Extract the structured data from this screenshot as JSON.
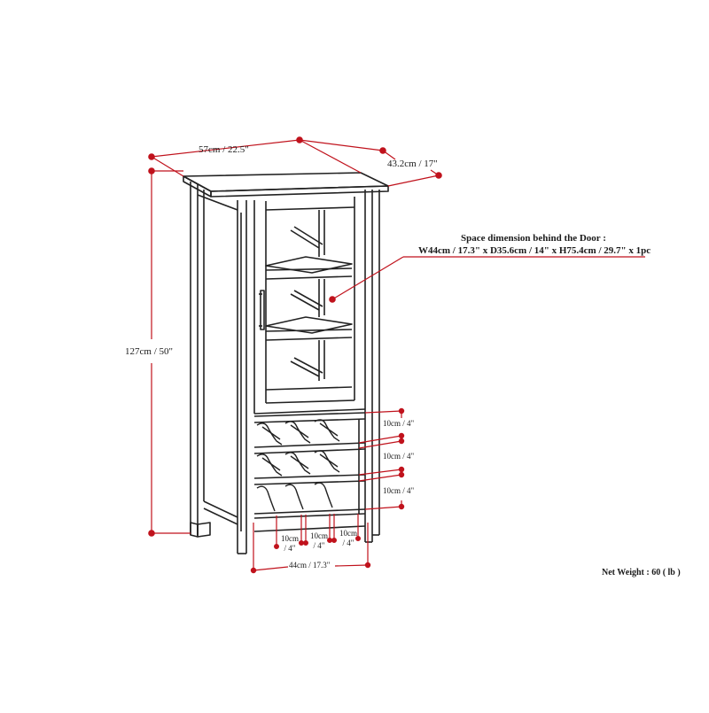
{
  "diagram": {
    "type": "product-dimension-drawing",
    "subject": "Wine storage cabinet with glass door and bottle rack",
    "accent_color": "#c0121c",
    "line_color": "#222222"
  },
  "dimensions": {
    "width": "57cm / 22.5\"",
    "depth": "43.2cm / 17\"",
    "height": "127cm / 50\"",
    "inner_space_title": "Space dimension behind the Door :",
    "inner_space_value": "W44cm / 17.3\" x D35.6cm / 14\" x H75.4cm / 29.7\" x 1pc",
    "rack_row_heights": [
      "10cm / 4\"",
      "10cm / 4\"",
      "10cm / 4\""
    ],
    "rack_slot_widths": [
      {
        "top": "10cm",
        "bottom": "/ 4\""
      },
      {
        "top": "10cm",
        "bottom": "/ 4\""
      },
      {
        "top": "10cm",
        "bottom": "/ 4\""
      }
    ],
    "rack_total_width": "44cm / 17.3\""
  },
  "footer": {
    "net_weight": "Net Weight : 60 ( lb )"
  }
}
